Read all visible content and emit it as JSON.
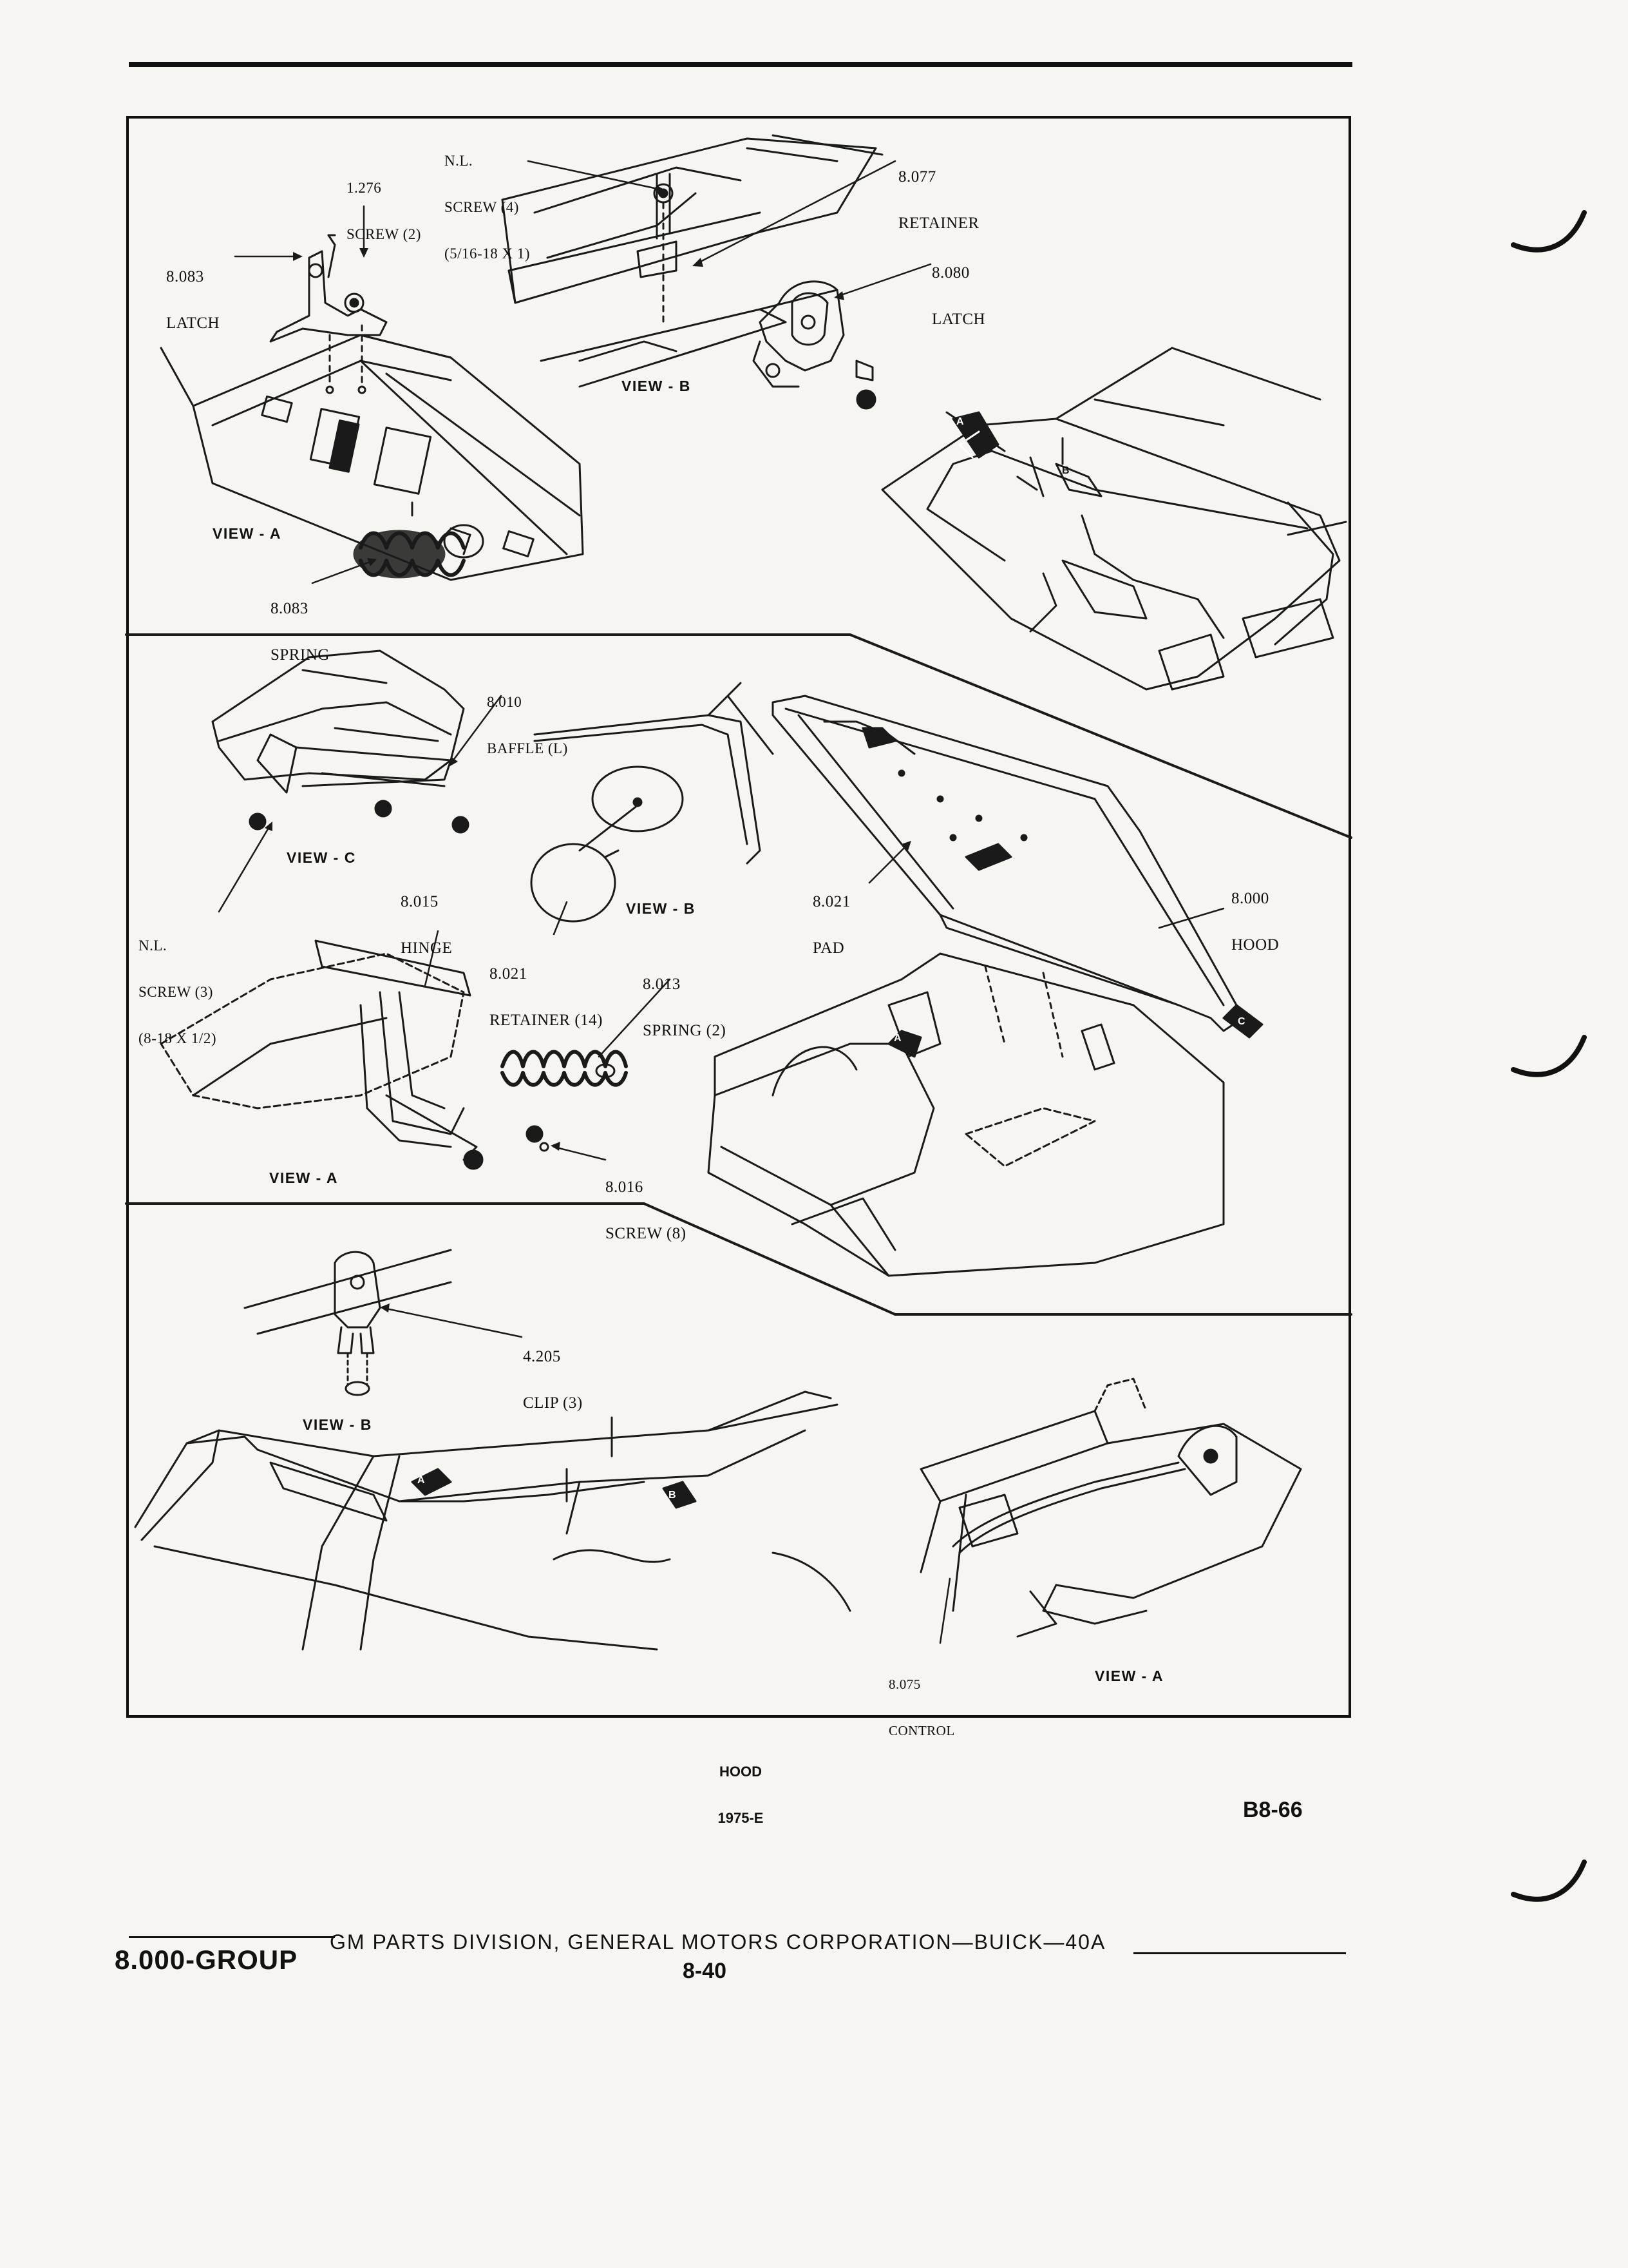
{
  "frame_panels": {
    "top": {
      "views": [
        "VIEW - A",
        "VIEW - B"
      ],
      "callouts": [
        {
          "id": "screw-1276",
          "number": "1.276",
          "name": "SCREW (2)"
        },
        {
          "id": "screw-nl-4",
          "number": "N.L.",
          "name": "SCREW (4)",
          "size": "(5/16-18 x 1)"
        },
        {
          "id": "retainer-8077",
          "number": "8.077",
          "name": "RETAINER"
        },
        {
          "id": "latch-8083",
          "number": "8.083",
          "name": "LATCH"
        },
        {
          "id": "latch-8080",
          "number": "8.080",
          "name": "LATCH"
        },
        {
          "id": "spring-8083",
          "number": "8.083",
          "name": "SPRING"
        }
      ]
    },
    "middle": {
      "views": [
        "VIEW - C",
        "VIEW - B",
        "VIEW - A"
      ],
      "callouts": [
        {
          "id": "baffle-8010",
          "number": "8.010",
          "name": "BAFFLE (L)"
        },
        {
          "id": "screw-nl-3",
          "number": "N.L.",
          "name": "SCREW (3)",
          "size": "(8-18 x 1/2)"
        },
        {
          "id": "hinge-8015",
          "number": "8.015",
          "name": "HINGE"
        },
        {
          "id": "retainer-8021",
          "number": "8.021",
          "name": "RETAINER (14)"
        },
        {
          "id": "spring-8013",
          "number": "8.013",
          "name": "SPRING (2)"
        },
        {
          "id": "pad-8021",
          "number": "8.021",
          "name": "PAD"
        },
        {
          "id": "hood-8000",
          "number": "8.000",
          "name": "HOOD"
        },
        {
          "id": "screw-8016",
          "number": "8.016",
          "name": "SCREW (8)"
        }
      ]
    },
    "bottom": {
      "views": [
        "VIEW - B",
        "VIEW - A"
      ],
      "callouts": [
        {
          "id": "clip-4205",
          "number": "4.205",
          "name": "CLIP (3)"
        },
        {
          "id": "control-8075",
          "number": "8.075",
          "name": "CONTROL"
        }
      ]
    }
  },
  "arrow_tags": [
    "A",
    "B",
    "C"
  ],
  "figure_caption": {
    "title": "HOOD",
    "year": "1975-E"
  },
  "figure_code": "B8-66",
  "footer": {
    "group": "8.000-GROUP",
    "publisher": "GM PARTS DIVISION, GENERAL MOTORS CORPORATION—BUICK—40A",
    "page": "8-40"
  }
}
